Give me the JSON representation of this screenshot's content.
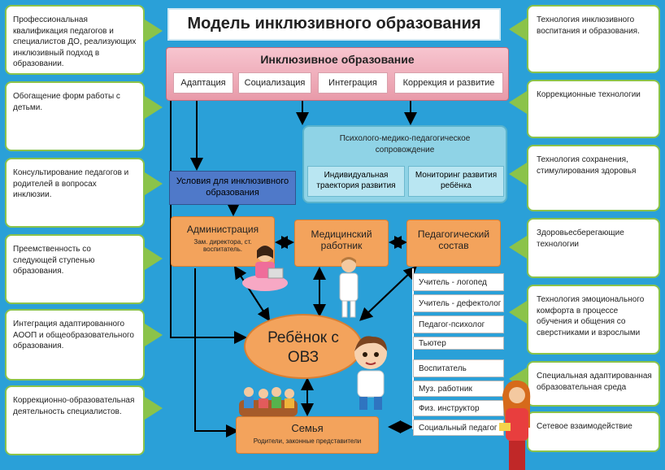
{
  "title": "Модель инклюзивного образования",
  "left_boxes": [
    "Профессиональная квалификация педагогов и специалистов ДО, реализующих инклюзивный подход в образовании.",
    "Обогащение форм работы с детьми.",
    "Консультирование педагогов и родителей в вопросах инклюзии.",
    "Преемственность со следующей ступенью образования.",
    "Интеграция адаптированного АООП и общеобразовательного образования.",
    "Коррекционно-образовательная деятельность специалистов."
  ],
  "right_boxes": [
    "Технология инклюзивного воспитания и образования.",
    "Коррекционные технологии",
    "Технология сохранения, стимулирования здоровья",
    "Здоровьесберегающие технологии",
    "Технология эмоционального комфорта в процессе обучения и общения со сверстниками и взрослыми",
    "Специальная адаптированная образовательная среда",
    "Сетевое взаимодействие"
  ],
  "inclusive": {
    "heading": "Инклюзивное образование",
    "items": [
      "Адаптация",
      "Социализация",
      "Интеграция",
      "Коррекция и развитие"
    ]
  },
  "pmpk": {
    "heading": "Психолого-медико-педагогическое сопровождение",
    "left": "Индивидуальная траектория развития",
    "right": "Мониторинг развития ребёнка"
  },
  "conditions": "Условия для инклюзивного образования",
  "administration": {
    "heading": "Администрация",
    "sub": "Зам. директора, ст. воспитатель."
  },
  "medical": "Медицинский работник",
  "pedagogical": "Педагогический состав",
  "staff": [
    "Учитель - логопед",
    "Учитель - дефектолог",
    "Педагог-психолог",
    "Тьютер",
    "Воспитатель",
    "Муз. работник",
    "Физ. инструктор",
    "Социальный педагог"
  ],
  "child": "Ребёнок с ОВЗ",
  "family": {
    "heading": "Семья",
    "sub": "Родители, законные представители"
  },
  "colors": {
    "background": "#2aa0d8",
    "green_border": "#8bc34a",
    "orange": "#f3a35c",
    "teal": "#8fd3e6",
    "blue": "#4f79c9"
  }
}
